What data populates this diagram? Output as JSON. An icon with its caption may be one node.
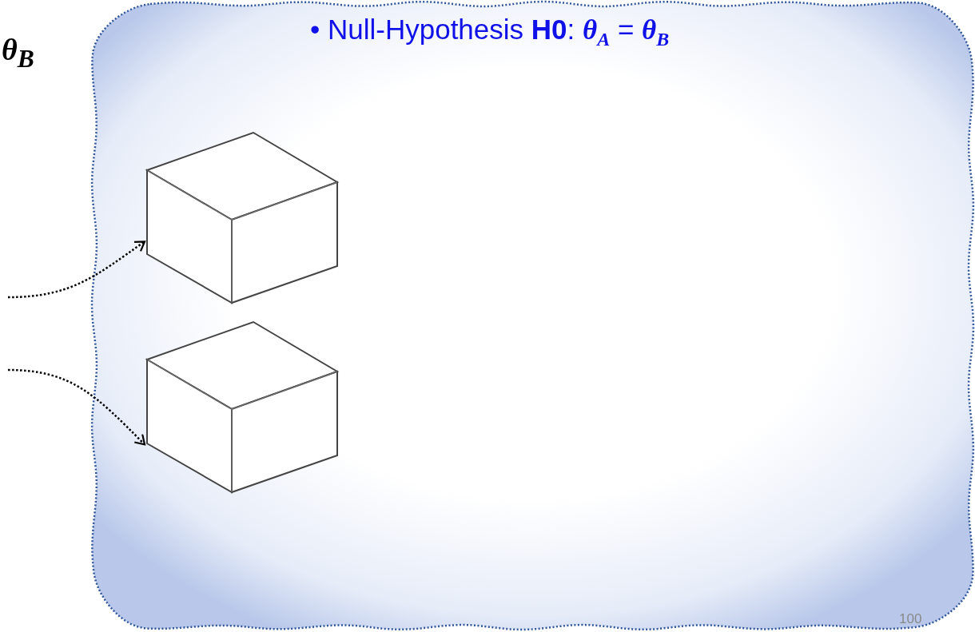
{
  "diagram": {
    "nodes": [
      {
        "text": [
          "• Null-Hypothesis **H0**: *θ*$_{A}$ = *θ*$_{B}$"
        ]
      },
      {
        "text": [],
        "shape": "cube",
        "in": 0
      },
      {
        "text": [],
        "shape": "cube",
        "in": 0
      }
    ],
    "edges": [
      {
        "from": null,
        "to": 1,
        "arrow": "to",
        "style": "dashed"
      },
      {
        "from": null,
        "to": 2,
        "arrow": "to",
        "style": "dashed"
      }
    ],
    "labels": [
      "θ$_{B}$",
      "100"
    ]
  }
}
